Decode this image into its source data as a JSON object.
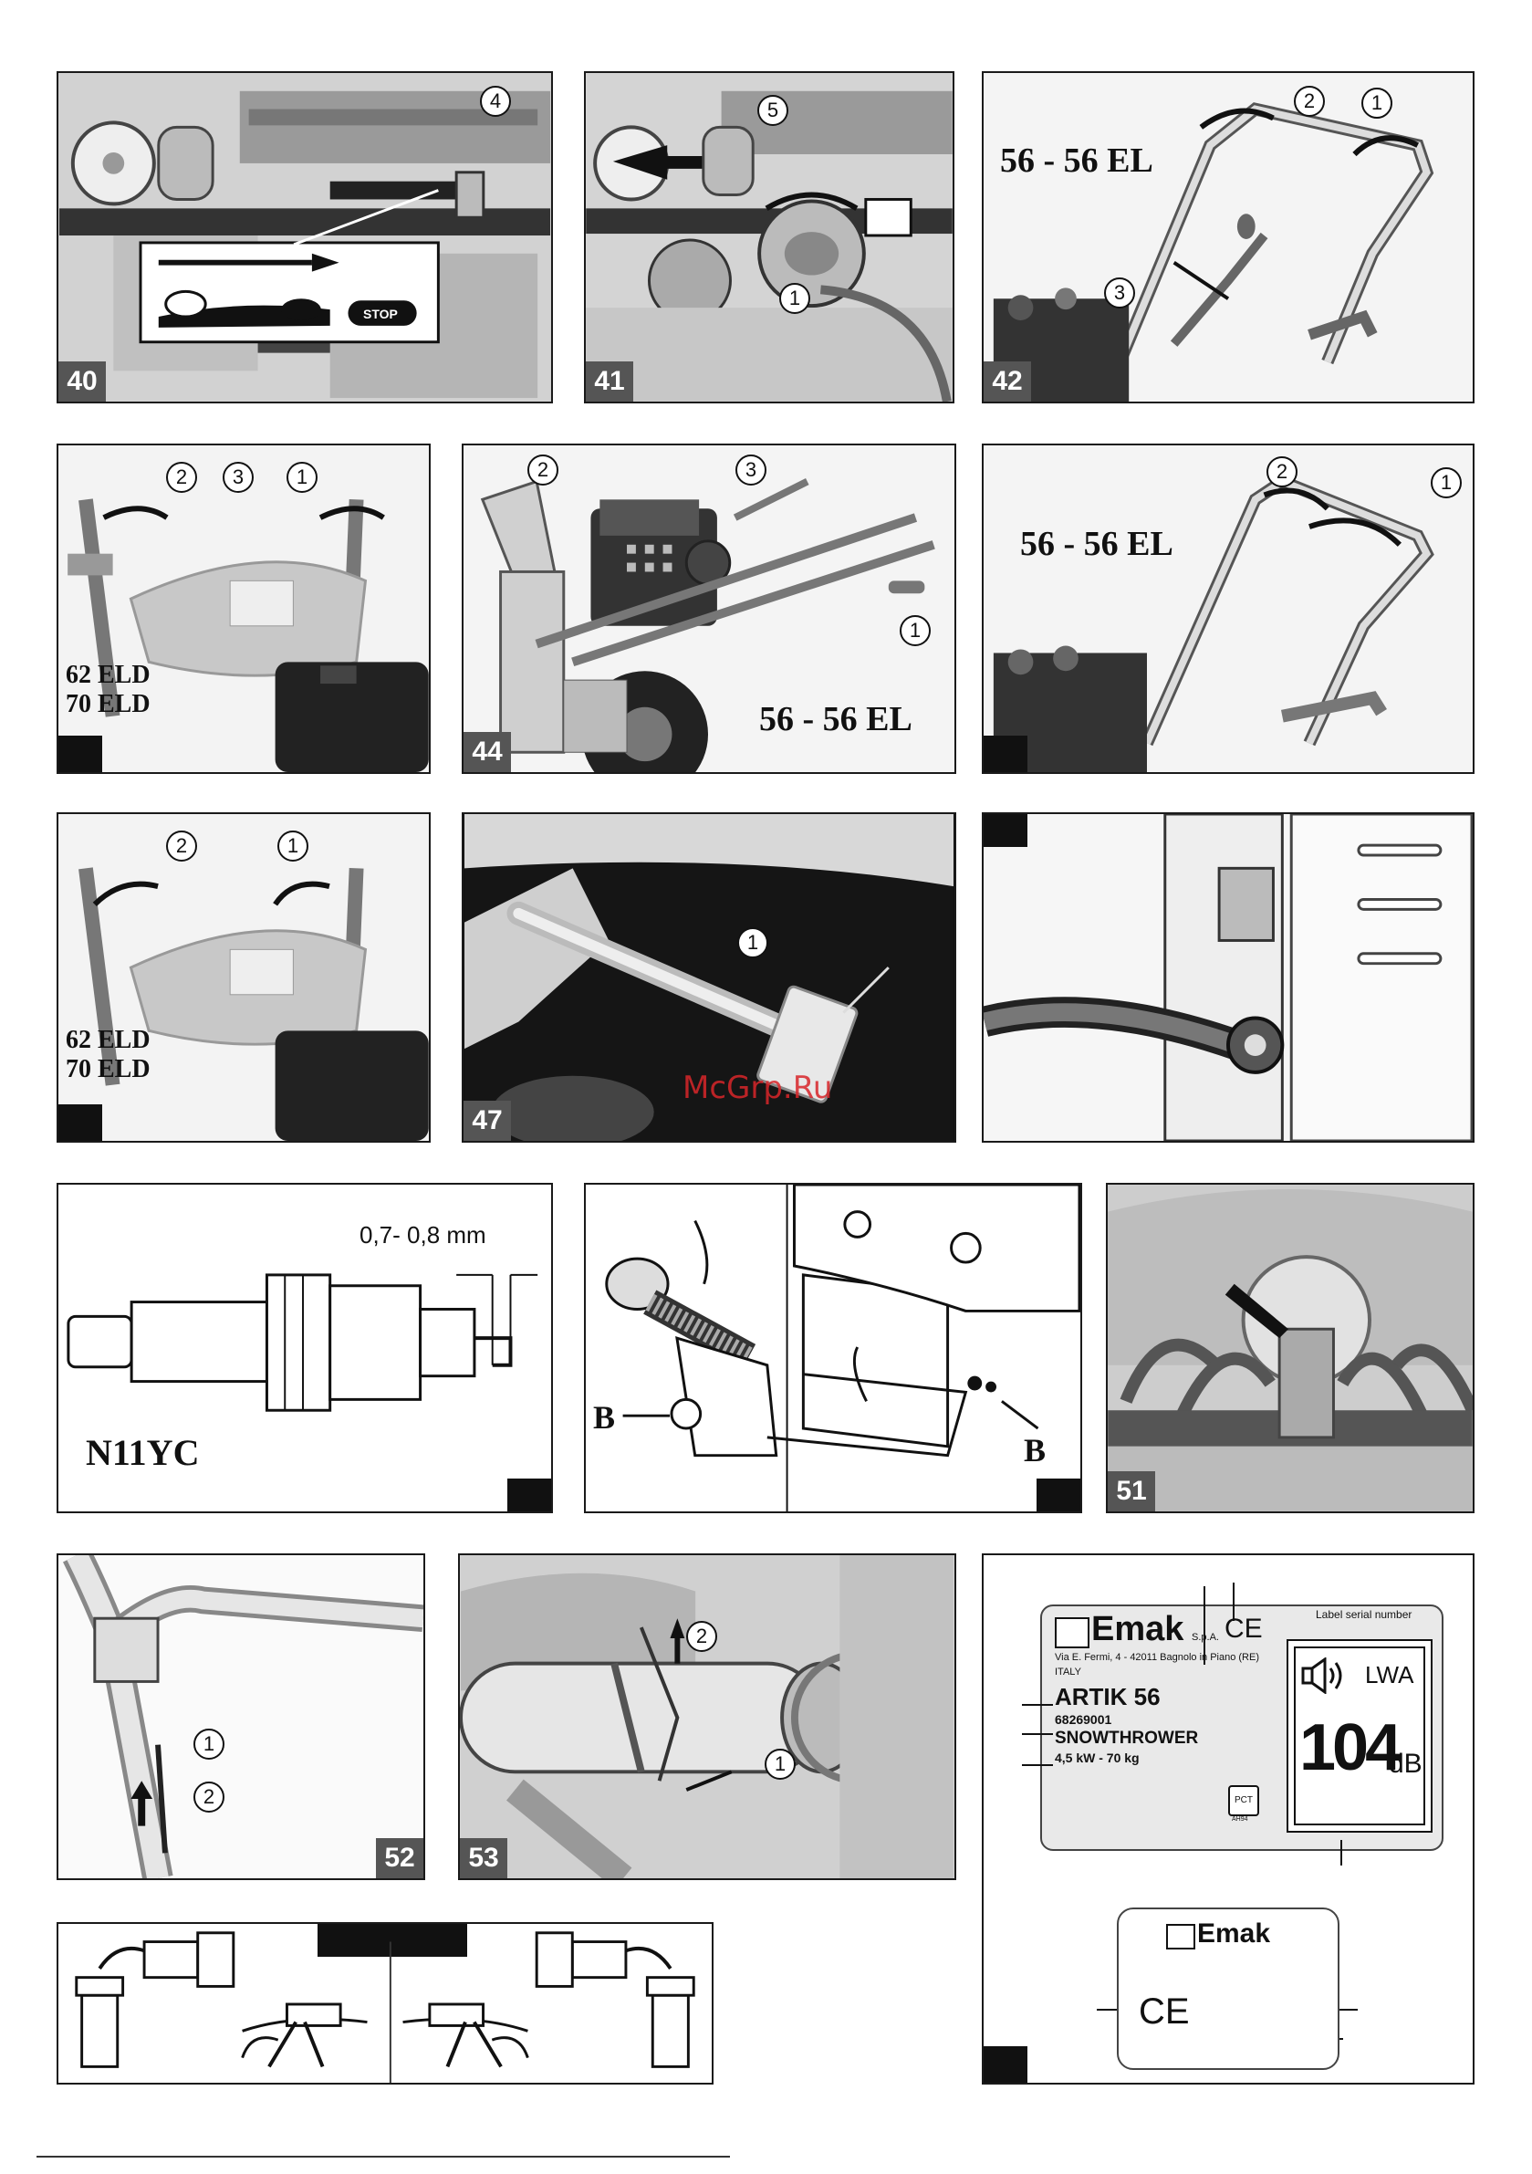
{
  "figures": {
    "f40": {
      "number": "40",
      "callout": "4"
    },
    "f41": {
      "number": "41",
      "callouts": [
        "5",
        "1"
      ]
    },
    "f42": {
      "number": "42",
      "model": "56 - 56 EL",
      "callouts": [
        "2",
        "1",
        "3"
      ]
    },
    "f43": {
      "models": [
        "62 ELD",
        "70 ELD"
      ],
      "callouts": [
        "2",
        "3",
        "1"
      ]
    },
    "f44": {
      "number": "44",
      "model": "56 - 56 EL",
      "callouts": [
        "2",
        "3",
        "1"
      ]
    },
    "f45": {
      "model": "56 - 56 EL",
      "callouts": [
        "2",
        "1"
      ]
    },
    "f46": {
      "models": [
        "62 ELD",
        "70 ELD"
      ],
      "callouts": [
        "2",
        "1"
      ]
    },
    "f47": {
      "number": "47",
      "callout": "1"
    },
    "f49": {
      "gap": "0,7- 0,8 mm",
      "plug": "N11YC"
    },
    "f50": {
      "labels": [
        "B",
        "B"
      ]
    },
    "f51": {
      "number": "51"
    },
    "f52": {
      "number": "52",
      "callouts": [
        "1",
        "2"
      ]
    },
    "f53": {
      "number": "53",
      "callouts": [
        "2",
        "1"
      ]
    },
    "f40_icon": {
      "stop": "STOP"
    }
  },
  "watermark": "McGrp.Ru",
  "nameplate": {
    "brand": "Emak",
    "suffix": "S.p.A.",
    "ce": "CE",
    "serial": "Label serial number",
    "address": "Via E. Fermi, 4 - 42011 Bagnolo in Piano (RE)",
    "country": "ITALY",
    "model": "ARTIK 56",
    "code": "68269001",
    "type": "SNOWTHROWER",
    "power": "4,5 kW - 70 kg",
    "lwa": "LWA",
    "db_value": "104",
    "db_unit": "dB",
    "small_mark": "PCT",
    "small_code": "AH94"
  },
  "small_label": {
    "brand": "Emak",
    "ce": "CE"
  }
}
